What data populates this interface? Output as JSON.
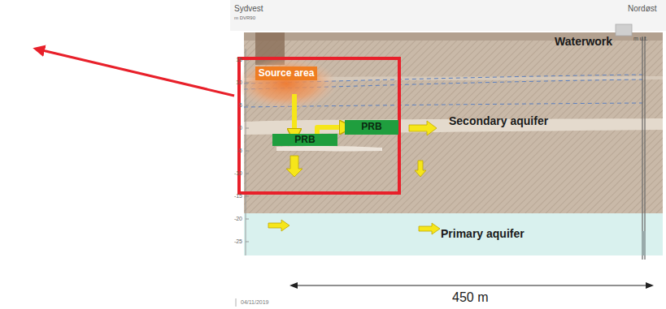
{
  "diagram": {
    "nodes": [
      {
        "text": [
          "Source area"
        ]
      },
      {
        "text": [
          "PRB"
        ]
      },
      {
        "text": [
          "PRB"
        ]
      },
      {
        "text": [
          "Primary aquifer"
        ]
      }
    ],
    "edges": [
      {
        "from": 0,
        "to": 1,
        "arrow": "to"
      },
      {
        "from": 1,
        "to": 2,
        "arrow": "to"
      }
    ],
    "labels": [
      "Sydvest",
      "Nordøst",
      "m DVR90",
      "m u.t.",
      "Waterwork",
      "Secondary aquifer",
      "15",
      "10",
      "5",
      "0",
      "-5",
      "-10",
      "-15",
      "-20",
      "-25",
      "450 m",
      "04/11/2019"
    ]
  }
}
